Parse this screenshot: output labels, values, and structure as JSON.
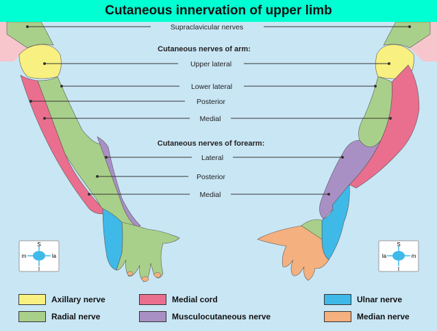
{
  "title": "Cutaneous innervation of upper limb",
  "labels": {
    "supraclavicular": "Supraclavicular nerves",
    "arm_heading": "Cutaneous nerves of arm:",
    "arm_upper_lateral": "Upper lateral",
    "arm_lower_lateral": "Lower lateral",
    "arm_posterior": "Posterior",
    "arm_medial": "Medial",
    "forearm_heading": "Cutaneous nerves of forearm:",
    "forearm_lateral": "Lateral",
    "forearm_posterior": "Posterior",
    "forearm_medial": "Medial"
  },
  "orientation_left": {
    "top": "S",
    "bottom": "I",
    "left": "m",
    "right": "la"
  },
  "orientation_right": {
    "top": "S",
    "bottom": "I",
    "left": "la",
    "right": "m"
  },
  "legend": [
    {
      "label": "Axillary nerve",
      "color": "#f8f080"
    },
    {
      "label": "Medial cord",
      "color": "#ea6f8e"
    },
    {
      "label": "Ulnar nerve",
      "color": "#3fb9e8"
    },
    {
      "label": "Radial nerve",
      "color": "#a9d08a"
    },
    {
      "label": "Musculocutaneous nerve",
      "color": "#a990c4"
    },
    {
      "label": "Median nerve",
      "color": "#f4b07e"
    }
  ],
  "colors": {
    "background": "#c9e6f5",
    "title_bar": "#00ffd2",
    "supraclavicular": "#a9d08a",
    "skin": "#f6c6cc"
  }
}
